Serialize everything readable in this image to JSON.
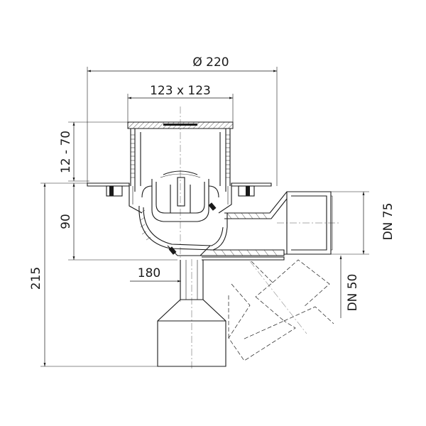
{
  "dimensions": {
    "diameter_flange": "Ø 220",
    "grate_size": "123 x 123",
    "height_adjust": "12 - 70",
    "outlet_height": "90",
    "total_height": "215",
    "offset": "180",
    "dn_horizontal": "DN 75",
    "dn_vertical": "DN 50"
  }
}
